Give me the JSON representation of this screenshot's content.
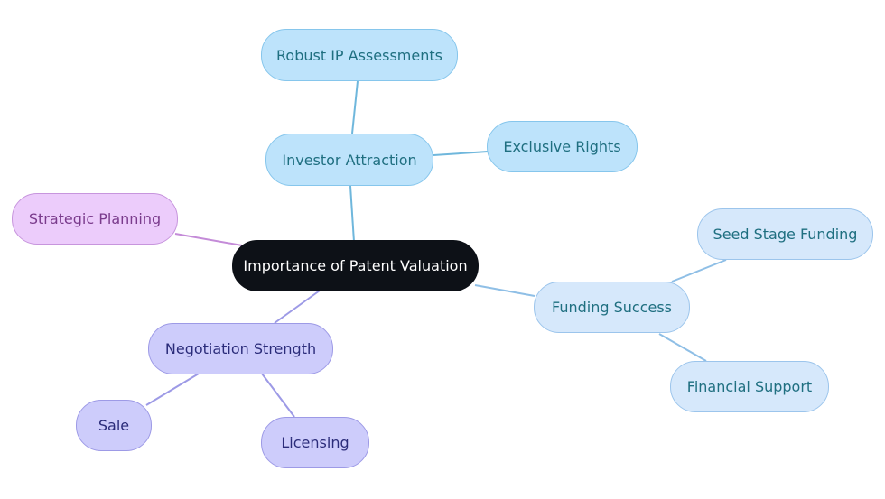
{
  "diagram": {
    "root": {
      "label": "Importance of Patent Valuation"
    },
    "investor_attraction": {
      "label": "Investor Attraction",
      "children": {
        "robust_ip": "Robust IP Assessments",
        "exclusive_rights": "Exclusive Rights"
      }
    },
    "strategic_planning": {
      "label": "Strategic Planning"
    },
    "funding_success": {
      "label": "Funding Success",
      "children": {
        "seed_stage": "Seed Stage Funding",
        "financial_support": "Financial Support"
      }
    },
    "negotiation_strength": {
      "label": "Negotiation Strength",
      "children": {
        "sale": "Sale",
        "licensing": "Licensing"
      }
    }
  },
  "colors": {
    "root": "#0d1117",
    "investor_branch": "#bde3fb",
    "funding_branch": "#d6e8fb",
    "negotiation_branch": "#cdccfb",
    "strategic_branch": "#ecccfb"
  }
}
